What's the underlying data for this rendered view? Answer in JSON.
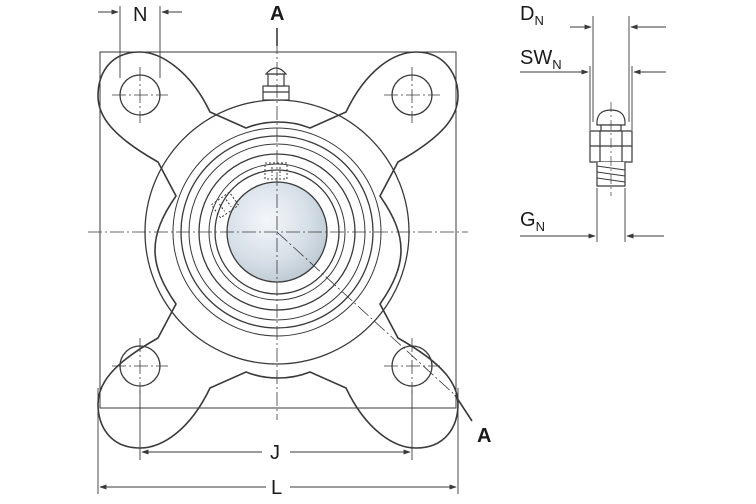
{
  "front_view": {
    "section_label_top": "A",
    "section_label_bottom": "A",
    "dim_bolt_hole": "N",
    "dim_bolt_spacing": "J",
    "dim_overall_width": "L"
  },
  "grease_nipple_view": {
    "dim_head_diameter": {
      "main": "D",
      "sub": "N"
    },
    "dim_wrench_size": {
      "main": "SW",
      "sub": "N"
    },
    "dim_thread": {
      "main": "G",
      "sub": "N"
    }
  },
  "colors": {
    "line": "#3a3a3a",
    "bore_fill": "#d3dde6",
    "background": "#ffffff"
  }
}
